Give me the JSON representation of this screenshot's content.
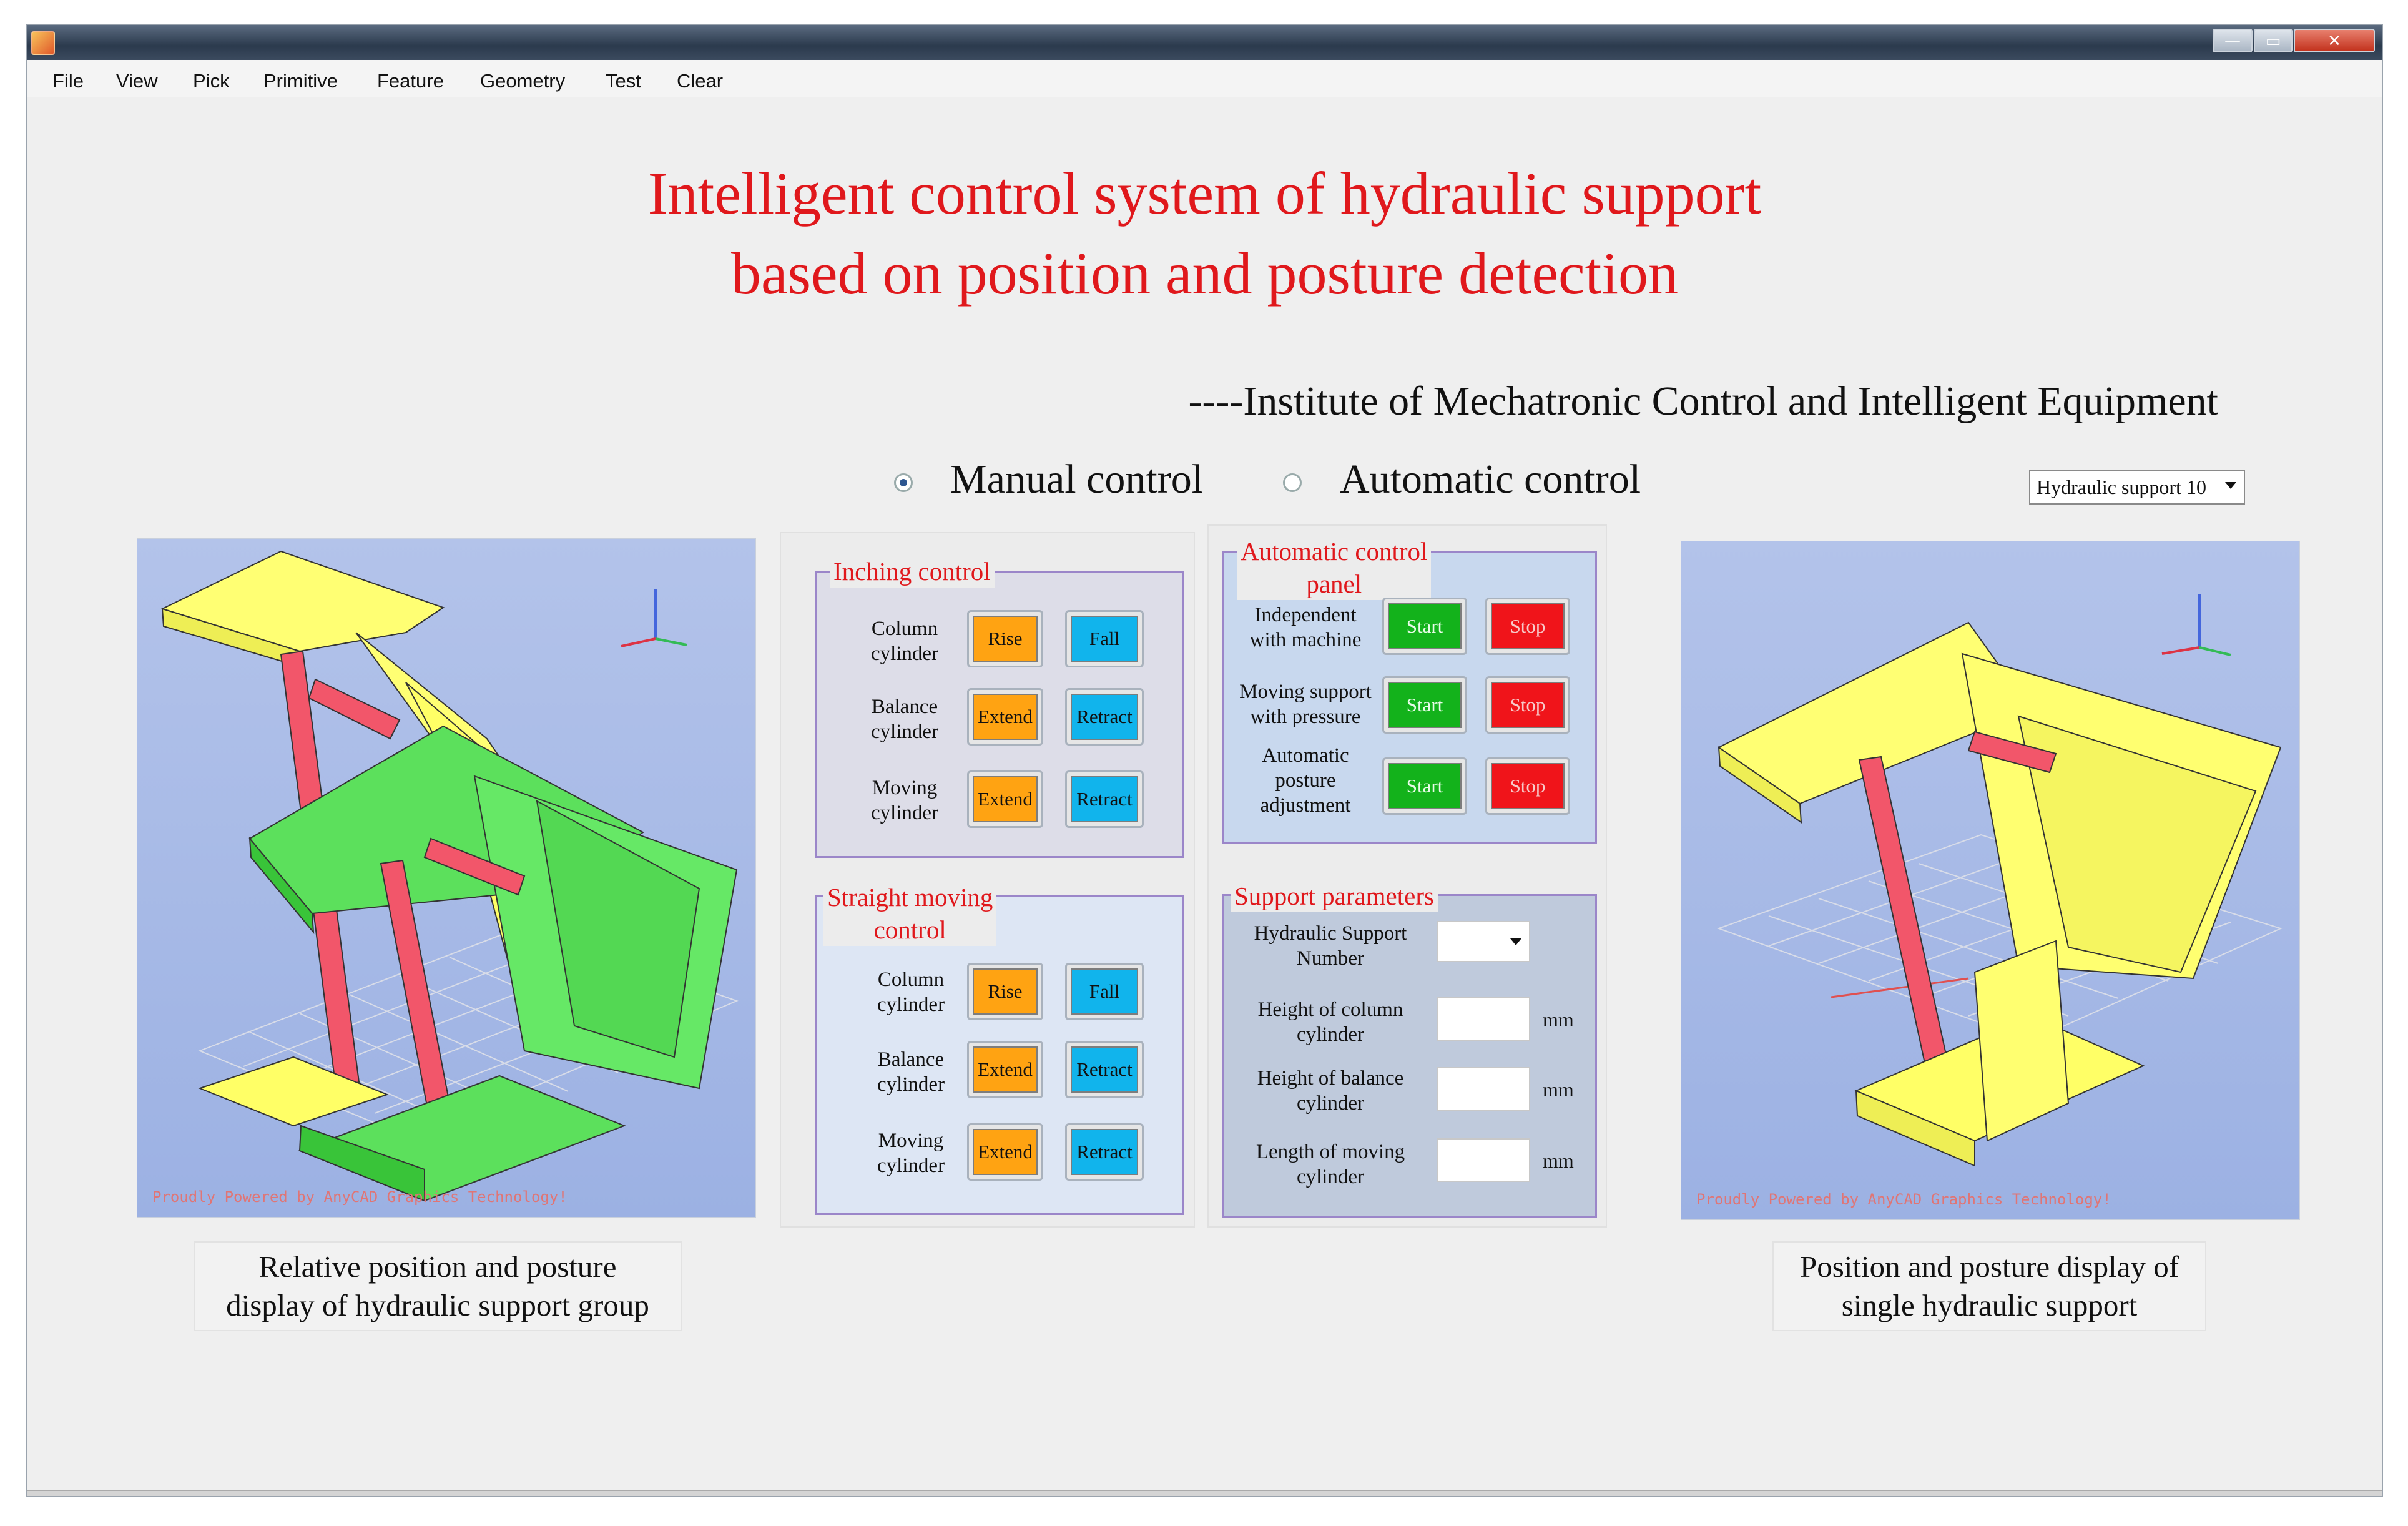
{
  "window": {
    "title": "",
    "controls": {
      "minimize": "—",
      "maximize": "▭",
      "close": "✕"
    }
  },
  "menu": [
    "File",
    "View",
    "Pick",
    "Primitive",
    "Feature",
    "Geometry",
    "Test",
    "Clear"
  ],
  "header": {
    "title_line1": "Intelligent control system of hydraulic support",
    "title_line2": "based on position and posture detection",
    "subtitle": "----Institute of Mechatronic Control and Intelligent Equipment"
  },
  "mode": {
    "options": [
      "Manual control",
      "Automatic control"
    ],
    "selected": "Manual control",
    "support_select": "Hydraulic support 10"
  },
  "left_view": {
    "watermark": "Proudly Powered by AnyCAD Graphics Technology!",
    "caption_line1": "Relative position and posture",
    "caption_line2": "display of hydraulic support group"
  },
  "right_view": {
    "watermark": "Proudly Powered by AnyCAD Graphics Technology!",
    "caption_line1": "Position and posture display of",
    "caption_line2": "single hydraulic support"
  },
  "inching": {
    "title": "Inching control",
    "rows": [
      {
        "label1": "Column",
        "label2": "cylinder",
        "btn1": "Rise",
        "btn2": "Fall"
      },
      {
        "label1": "Balance",
        "label2": "cylinder",
        "btn1": "Extend",
        "btn2": "Retract"
      },
      {
        "label1": "Moving",
        "label2": "cylinder",
        "btn1": "Extend",
        "btn2": "Retract"
      }
    ]
  },
  "straight": {
    "title1": "Straight moving",
    "title2": "control",
    "rows": [
      {
        "label1": "Column",
        "label2": "cylinder",
        "btn1": "Rise",
        "btn2": "Fall"
      },
      {
        "label1": "Balance",
        "label2": "cylinder",
        "btn1": "Extend",
        "btn2": "Retract"
      },
      {
        "label1": "Moving",
        "label2": "cylinder",
        "btn1": "Extend",
        "btn2": "Retract"
      }
    ]
  },
  "auto_panel": {
    "title1": "Automatic control",
    "title2": "panel",
    "rows": [
      {
        "label1": "Independent",
        "label2": "with machine",
        "label3": "",
        "btn1": "Start",
        "btn2": "Stop"
      },
      {
        "label1": "Moving support",
        "label2": "with pressure",
        "label3": "",
        "btn1": "Start",
        "btn2": "Stop"
      },
      {
        "label1": "Automatic",
        "label2": "posture",
        "label3": "adjustment",
        "btn1": "Start",
        "btn2": "Stop"
      }
    ]
  },
  "params": {
    "title": "Support parameters",
    "rows": [
      {
        "label1": "Hydraulic Support",
        "label2": "Number",
        "unit": ""
      },
      {
        "label1": "Height of column",
        "label2": "cylinder",
        "unit": "mm"
      },
      {
        "label1": "Height of balance",
        "label2": "cylinder",
        "unit": "mm"
      },
      {
        "label1": "Length of moving",
        "label2": "cylinder",
        "unit": "mm"
      }
    ]
  },
  "colors": {
    "title_red": "#e0181c",
    "orange": "#ffa312",
    "blue": "#11b4ec",
    "green": "#13b21b",
    "red": "#f0141a"
  }
}
